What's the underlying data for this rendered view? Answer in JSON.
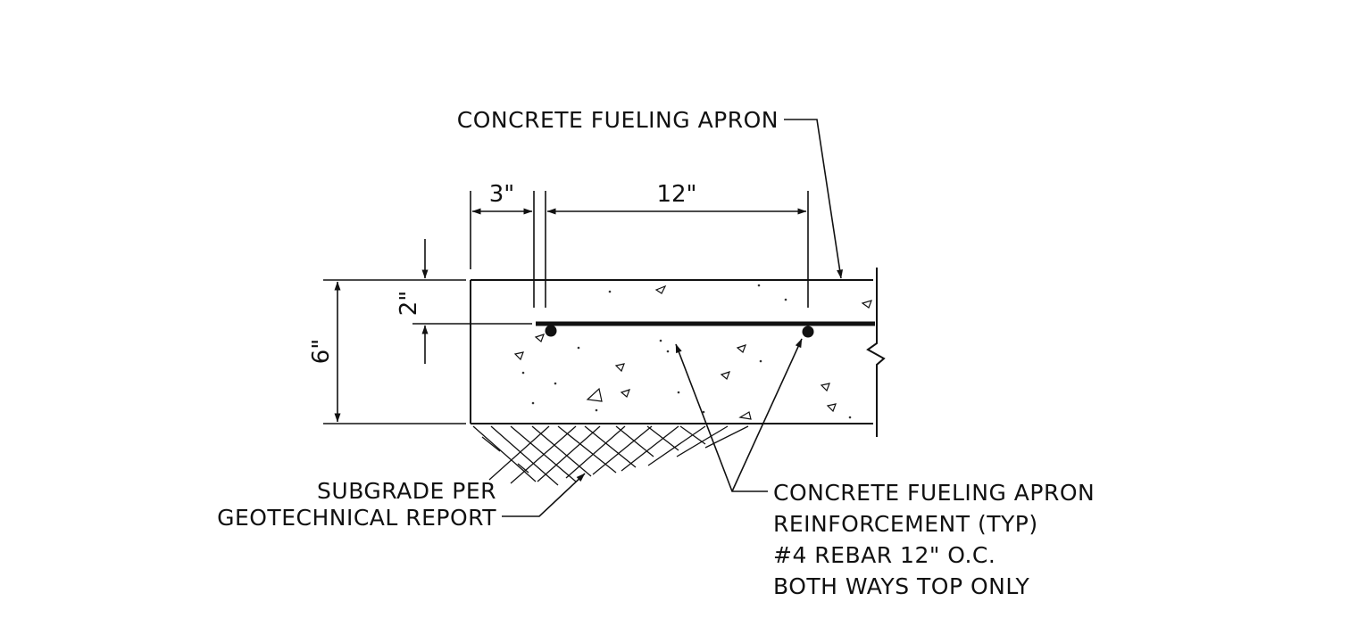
{
  "labels": {
    "apron_top": "CONCRETE FUELING APRON",
    "subgrade_line1": "SUBGRADE PER",
    "subgrade_line2": "GEOTECHNICAL REPORT",
    "reinf_line1": "CONCRETE FUELING APRON",
    "reinf_line2": "REINFORCEMENT (TYP)",
    "reinf_line3": "#4 REBAR 12\" O.C.",
    "reinf_line4": "BOTH WAYS TOP ONLY"
  },
  "dimensions": {
    "edge_cover": "3\"",
    "rebar_spacing": "12\"",
    "top_cover": "2\"",
    "slab_thickness": "6\""
  }
}
